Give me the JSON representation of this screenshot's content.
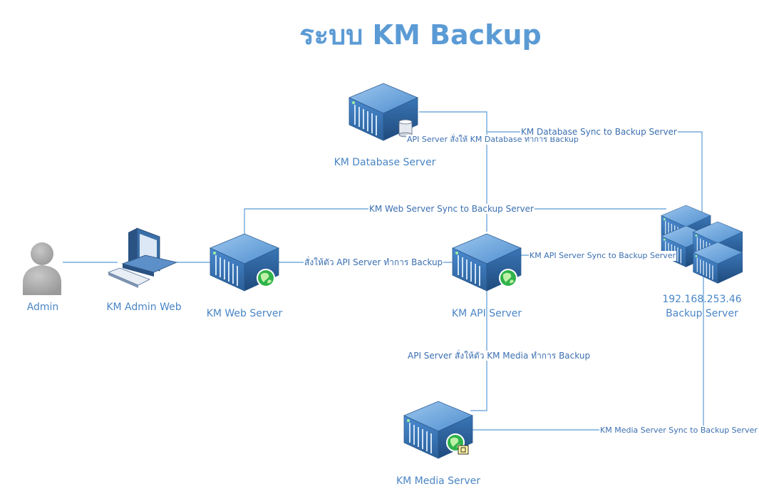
{
  "title": "ระบบ KM  Backup",
  "nodes": {
    "admin": {
      "label": "Admin",
      "icon": "user-icon"
    },
    "admin_web": {
      "label": "KM Admin Web",
      "icon": "workstation-icon"
    },
    "web_server": {
      "label": "KM Web Server",
      "icon": "web-server-icon"
    },
    "api_server": {
      "label": "KM API Server",
      "icon": "web-server-icon"
    },
    "db_server": {
      "label": "KM Database Server",
      "icon": "database-server-icon"
    },
    "media_server": {
      "label": "KM Media Server",
      "icon": "media-server-icon"
    },
    "backup_server": {
      "label": "Backup Server",
      "ip": "192.168.253.46",
      "icon": "server-cluster-icon"
    }
  },
  "edges": {
    "web_to_api": "สั่งให้ตัว API Server ทำการ Backup",
    "api_to_db": "API Server สั่งให้ KM Database ทำการ Backup",
    "api_to_media": "API Server สั่งให้ตัว KM Media ทำการ Backup",
    "web_sync": "KM Web Server Sync to Backup Server",
    "db_sync": "KM Database Sync to Backup Server",
    "api_sync": "KM API  Server Sync to Backup Server",
    "media_sync": "KM Media Server Sync to Backup Server"
  },
  "colors": {
    "title": "#5b9bd5",
    "label": "#4a86c5",
    "line": "#5b9bd5",
    "server_body": "#3a78b8",
    "globe": "#2fb34a",
    "user": "#a6a6a6"
  }
}
